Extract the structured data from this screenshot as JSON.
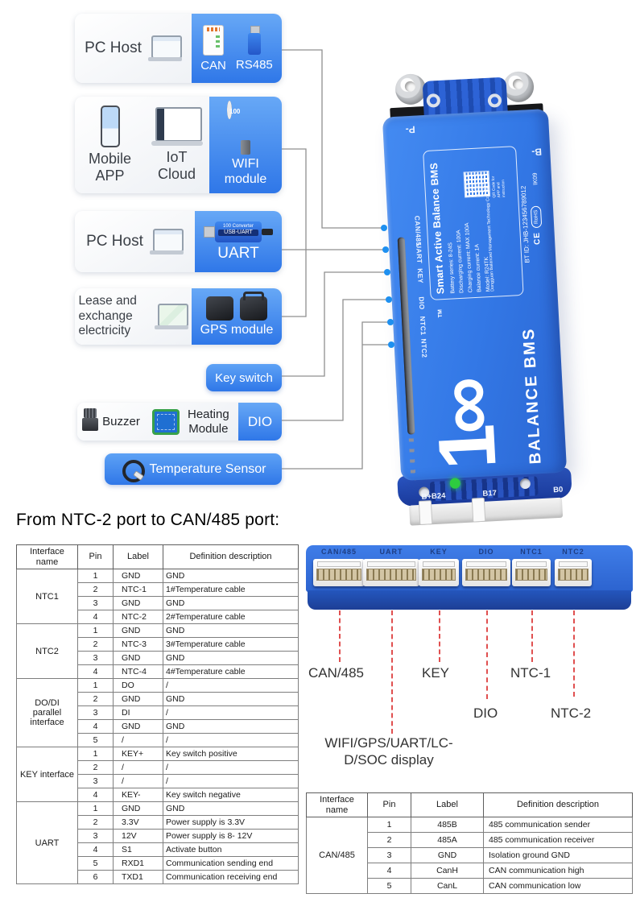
{
  "heading": "From NTC-2 port to CAN/485 port:",
  "colors": {
    "accent_blue": "#3b87f0",
    "device_blue": "#3378e6",
    "callout_red": "#e05050",
    "dot_blue": "#1e90f0",
    "led_green": "#2ecc40"
  },
  "flow": {
    "box1": {
      "label": "PC Host",
      "tag_can": "CAN",
      "tag_rs485": "RS485"
    },
    "box2": {
      "label_mobile": "Mobile APP",
      "label_iot": "IoT Cloud",
      "tag": "WIFI module",
      "module_logo": "100"
    },
    "box3": {
      "label": "PC Host",
      "tag": "UART",
      "converter_line1": "100 Converter",
      "converter_line2": "USB-UART"
    },
    "box4": {
      "label": "Lease and exchange electricity",
      "tag": "GPS module"
    },
    "key_switch": {
      "label": "Key switch"
    },
    "dio_box": {
      "label_buzzer": "Buzzer",
      "label_heating": "Heating Module",
      "tag": "DIO"
    },
    "temp_box": {
      "label": "Temperature Sensor"
    }
  },
  "device": {
    "terminal_p": "P-",
    "terminal_b": "B-",
    "side_ports": [
      "CAN/485",
      "UART",
      "KEY",
      "DIO",
      "NTC1",
      "NTC2"
    ],
    "label_panel": {
      "title": "Smart Active Balance BMS",
      "specs": [
        "Battery series: 8-24S",
        "Discharging current: 100A",
        "Charging current: MAX 100A",
        "Balance current: 1A",
        "Model: R24TK"
      ],
      "qr_caption": "QR Code for APP and instruction",
      "company": "Dongguan Balanced Management Technology Co., Ltd"
    },
    "bt_id": "BT ID: JHB-123456789012",
    "ik_rating": "IK09",
    "ce_mark": "CE",
    "rohs_mark": "RoHS",
    "logo_numeral": "1∞",
    "logo_tm": "TM",
    "logo_text": "BALANCE BMS",
    "bottom_labels": [
      "B+B24",
      "B17",
      "B0"
    ]
  },
  "connector_photo": {
    "prints": [
      "CAN/485",
      "UART",
      "KEY",
      "DIO",
      "NTC1",
      "NTC2"
    ]
  },
  "callouts": {
    "can485": "CAN/485",
    "key": "KEY",
    "ntc1": "NTC-1",
    "dio": "DIO",
    "ntc2": "NTC-2",
    "wifi_line1": "WIFI/GPS/UART/LC-",
    "wifi_line2": "D/SOC display"
  },
  "pin_table_main": {
    "headers": [
      "Interface name",
      "Pin",
      "Label",
      "Definition description"
    ],
    "groups": [
      {
        "name": "NTC1",
        "rows": [
          [
            "1",
            "GND",
            "GND"
          ],
          [
            "2",
            "NTC-1",
            "1#Temperature cable"
          ],
          [
            "3",
            "GND",
            "GND"
          ],
          [
            "4",
            "NTC-2",
            "2#Temperature cable"
          ]
        ]
      },
      {
        "name": "NTC2",
        "rows": [
          [
            "1",
            "GND",
            "GND"
          ],
          [
            "2",
            "NTC-3",
            "3#Temperature cable"
          ],
          [
            "3",
            "GND",
            "GND"
          ],
          [
            "4",
            "NTC-4",
            "4#Temperature cable"
          ]
        ]
      },
      {
        "name": "DO/DI parallel interface",
        "rows": [
          [
            "1",
            "DO",
            "/"
          ],
          [
            "2",
            "GND",
            "GND"
          ],
          [
            "3",
            "DI",
            "/"
          ],
          [
            "4",
            "GND",
            "GND"
          ],
          [
            "5",
            "/",
            "/"
          ]
        ]
      },
      {
        "name": "KEY interface",
        "rows": [
          [
            "1",
            "KEY+",
            "Key switch positive"
          ],
          [
            "2",
            "/",
            "/"
          ],
          [
            "3",
            "/",
            "/"
          ],
          [
            "4",
            "KEY-",
            "Key switch negative"
          ]
        ]
      },
      {
        "name": "UART",
        "rows": [
          [
            "1",
            "GND",
            "GND"
          ],
          [
            "2",
            "3.3V",
            "Power supply is 3.3V"
          ],
          [
            "3",
            "12V",
            "Power supply is 8- 12V"
          ],
          [
            "4",
            "S1",
            "Activate button"
          ],
          [
            "5",
            "RXD1",
            "Communication sending end"
          ],
          [
            "6",
            "TXD1",
            "Communication receiving end"
          ]
        ]
      }
    ]
  },
  "pin_table_can": {
    "headers": [
      "Interface name",
      "Pin",
      "Label",
      "Definition description"
    ],
    "groups": [
      {
        "name": "CAN/485",
        "rows": [
          [
            "1",
            "485B",
            "485 communication sender"
          ],
          [
            "2",
            "485A",
            "485 communication receiver"
          ],
          [
            "3",
            "GND",
            "Isolation ground GND"
          ],
          [
            "4",
            "CanH",
            "CAN communication high"
          ],
          [
            "5",
            "CanL",
            "CAN communication low"
          ]
        ]
      }
    ]
  }
}
